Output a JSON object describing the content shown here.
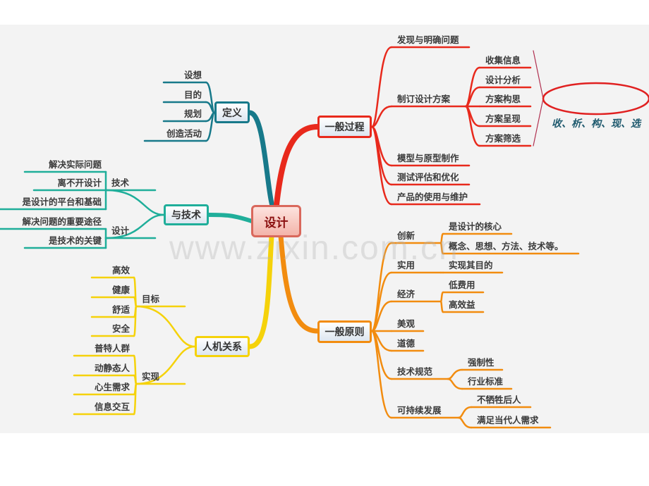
{
  "center": "设计",
  "watermark": "www.zixin.com.cn",
  "colors": {
    "definition": "#17798a",
    "process": "#e8291c",
    "tech": "#1fae9a",
    "ergonomics": "#f5d20a",
    "principles": "#f28c0f"
  },
  "definition": {
    "label": "定义",
    "items": [
      "设想",
      "目的",
      "规划",
      "创造活动"
    ]
  },
  "process": {
    "label": "一般过程",
    "items": [
      {
        "label": "发现与明确问题"
      },
      {
        "label": "制订设计方案",
        "children": [
          "收集信息",
          "设计分析",
          "方案构思",
          "方案呈现",
          "方案筛选"
        ]
      },
      {
        "label": "模型与原型制作"
      },
      {
        "label": "测试评估和优化"
      },
      {
        "label": "产品的使用与维护"
      }
    ],
    "annotation": "收、析、构、现、选"
  },
  "tech": {
    "label": "与技术",
    "groups": [
      {
        "label": "技术",
        "items": [
          "解决实际问题",
          "离不开设计",
          "是设计的平台和基础"
        ]
      },
      {
        "label": "设计",
        "items": [
          "解决问题的重要途径",
          "是技术的关键"
        ]
      }
    ]
  },
  "ergonomics": {
    "label": "人机关系",
    "groups": [
      {
        "label": "目标",
        "items": [
          "高效",
          "健康",
          "舒适",
          "安全"
        ]
      },
      {
        "label": "实现",
        "items": [
          "普特人群",
          "动静态人",
          "心生需求",
          "信息交互"
        ]
      }
    ]
  },
  "principles": {
    "label": "一般原则",
    "items": [
      {
        "label": "创新",
        "children": [
          "是设计的核心",
          "概念、思想、方法、技术等。"
        ]
      },
      {
        "label": "实用",
        "children": [
          "实现其目的"
        ]
      },
      {
        "label": "经济",
        "children": [
          "低费用",
          "高效益"
        ]
      },
      {
        "label": "美观"
      },
      {
        "label": "道德"
      },
      {
        "label": "技术规范",
        "children": [
          "强制性",
          "行业标准"
        ]
      },
      {
        "label": "可持续发展",
        "children": [
          "不牺牲后人",
          "满足当代人需求"
        ]
      }
    ]
  }
}
